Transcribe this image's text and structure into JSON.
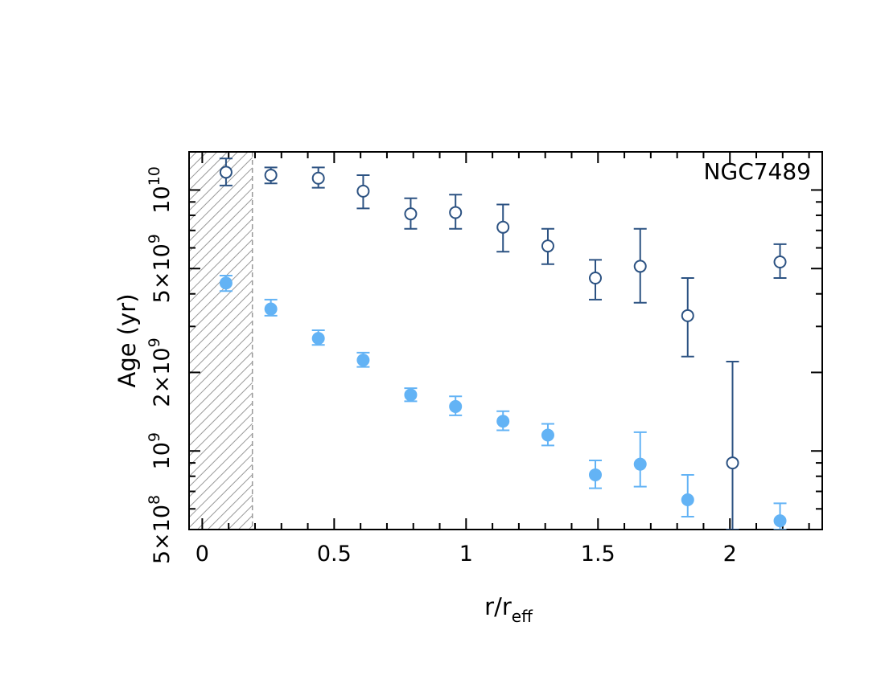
{
  "chart_data": {
    "type": "scatter",
    "title": "",
    "annotation": "NGC7489",
    "xlabel": "r/r",
    "xlabel_sub": "eff",
    "ylabel": "Age (yr)",
    "xlim": [
      -0.05,
      2.35
    ],
    "ylim": [
      500000000,
      14000000000
    ],
    "yscale": "log",
    "x_ticks": [
      {
        "value": 0,
        "label": "0"
      },
      {
        "value": 0.5,
        "label": "0.5"
      },
      {
        "value": 1,
        "label": "1"
      },
      {
        "value": 1.5,
        "label": "1.5"
      },
      {
        "value": 2,
        "label": "2"
      }
    ],
    "y_ticks": [
      {
        "value": 500000000,
        "mantissa": "5×10",
        "exp": "8"
      },
      {
        "value": 1000000000,
        "mantissa": "10",
        "exp": "9"
      },
      {
        "value": 2000000000,
        "mantissa": "2×10",
        "exp": "9"
      },
      {
        "value": 5000000000,
        "mantissa": "5×10",
        "exp": "9"
      },
      {
        "value": 10000000000,
        "mantissa": "10",
        "exp": "10"
      }
    ],
    "excluded_region": {
      "x": [
        -0.05,
        0.19
      ],
      "style": "hatched"
    },
    "grid": false,
    "series": [
      {
        "marker": "open-circle",
        "color": "#2c5282",
        "points": [
          {
            "x": 0.09,
            "y": 11700000000,
            "lo": 10400000000,
            "hi": 13200000000
          },
          {
            "x": 0.26,
            "y": 11400000000,
            "lo": 10600000000,
            "hi": 12200000000
          },
          {
            "x": 0.44,
            "y": 11100000000,
            "lo": 10200000000,
            "hi": 12200000000
          },
          {
            "x": 0.61,
            "y": 9900000000,
            "lo": 8500000000,
            "hi": 11400000000
          },
          {
            "x": 0.79,
            "y": 8100000000,
            "lo": 7100000000,
            "hi": 9300000000
          },
          {
            "x": 0.96,
            "y": 8200000000,
            "lo": 7100000000,
            "hi": 9600000000
          },
          {
            "x": 1.14,
            "y": 7200000000,
            "lo": 5800000000,
            "hi": 8800000000
          },
          {
            "x": 1.31,
            "y": 6100000000,
            "lo": 5200000000,
            "hi": 7100000000
          },
          {
            "x": 1.49,
            "y": 4600000000,
            "lo": 3800000000,
            "hi": 5400000000
          },
          {
            "x": 1.66,
            "y": 5100000000,
            "lo": 3700000000,
            "hi": 7100000000
          },
          {
            "x": 1.84,
            "y": 3300000000,
            "lo": 2300000000,
            "hi": 4600000000
          },
          {
            "x": 2.01,
            "y": 900000000,
            "lo": 500000000,
            "hi": 2200000000
          },
          {
            "x": 2.19,
            "y": 5300000000,
            "lo": 4600000000,
            "hi": 6200000000
          }
        ]
      },
      {
        "marker": "filled-circle",
        "color": "#63b3f5",
        "points": [
          {
            "x": 0.09,
            "y": 4400000000,
            "lo": 4100000000,
            "hi": 4700000000
          },
          {
            "x": 0.26,
            "y": 3500000000,
            "lo": 3300000000,
            "hi": 3800000000
          },
          {
            "x": 0.44,
            "y": 2700000000,
            "lo": 2550000000,
            "hi": 2900000000
          },
          {
            "x": 0.61,
            "y": 2230000000,
            "lo": 2100000000,
            "hi": 2380000000
          },
          {
            "x": 0.79,
            "y": 1640000000,
            "lo": 1550000000,
            "hi": 1740000000
          },
          {
            "x": 0.96,
            "y": 1480000000,
            "lo": 1370000000,
            "hi": 1620000000
          },
          {
            "x": 1.14,
            "y": 1300000000,
            "lo": 1200000000,
            "hi": 1420000000
          },
          {
            "x": 1.31,
            "y": 1150000000,
            "lo": 1050000000,
            "hi": 1270000000
          },
          {
            "x": 1.49,
            "y": 810000000,
            "lo": 720000000,
            "hi": 920000000
          },
          {
            "x": 1.66,
            "y": 890000000,
            "lo": 730000000,
            "hi": 1180000000
          },
          {
            "x": 1.84,
            "y": 650000000,
            "lo": 560000000,
            "hi": 810000000
          },
          {
            "x": 2.19,
            "y": 540000000,
            "lo": 500000000,
            "hi": 630000000
          }
        ]
      }
    ]
  }
}
